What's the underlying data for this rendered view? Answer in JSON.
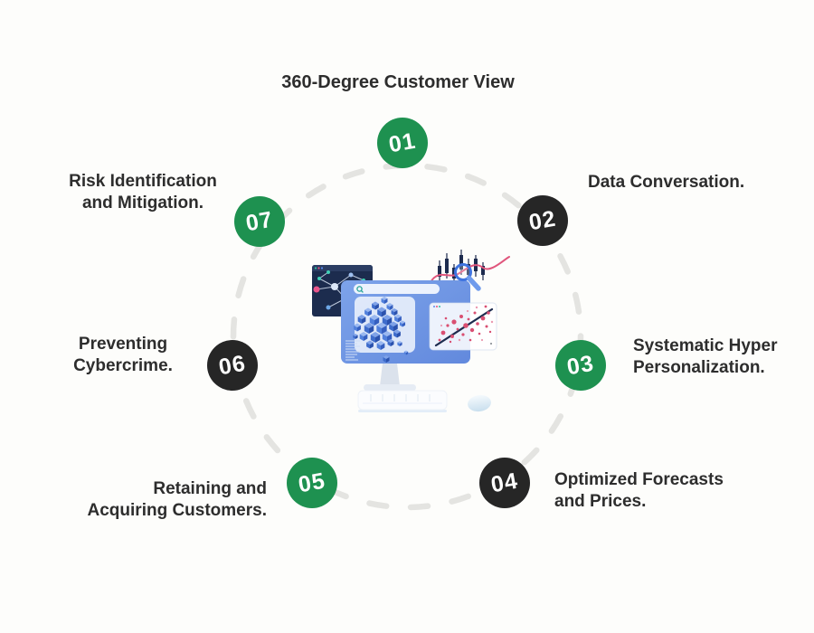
{
  "title": "360-Degree Customer View",
  "colors": {
    "green": "#1E9150",
    "dark": "#262626",
    "text": "#2D2D2D",
    "dash": "#E4E4E1",
    "background": "#FDFDFB",
    "screen_blue": "#6E96E3",
    "navy": "#1C2C4E",
    "accent_pink": "#D94F72",
    "teal": "#3FD0B6"
  },
  "steps": [
    {
      "num": "01",
      "color": "green",
      "line1": "360-Degree Customer View",
      "line2": ""
    },
    {
      "num": "02",
      "color": "dark",
      "line1": "Data Conversation.",
      "line2": ""
    },
    {
      "num": "03",
      "color": "green",
      "line1": "Systematic Hyper",
      "line2": "Personalization."
    },
    {
      "num": "04",
      "color": "dark",
      "line1": "Optimized Forecasts",
      "line2": "and Prices."
    },
    {
      "num": "05",
      "color": "green",
      "line1": "Retaining and",
      "line2": "Acquiring Customers."
    },
    {
      "num": "06",
      "color": "dark",
      "line1": "Preventing",
      "line2": "Cybercrime."
    },
    {
      "num": "07",
      "color": "green",
      "line1": "Risk Identification",
      "line2": "and Mitigation."
    }
  ],
  "illustration": {
    "parts": [
      "network-chart-card",
      "candlestick-chart",
      "magnifier-icon",
      "monitor-with-search-bar",
      "3d-cube-cluster",
      "scatter-plot-card",
      "monitor-stand",
      "keyboard",
      "mouse"
    ]
  }
}
